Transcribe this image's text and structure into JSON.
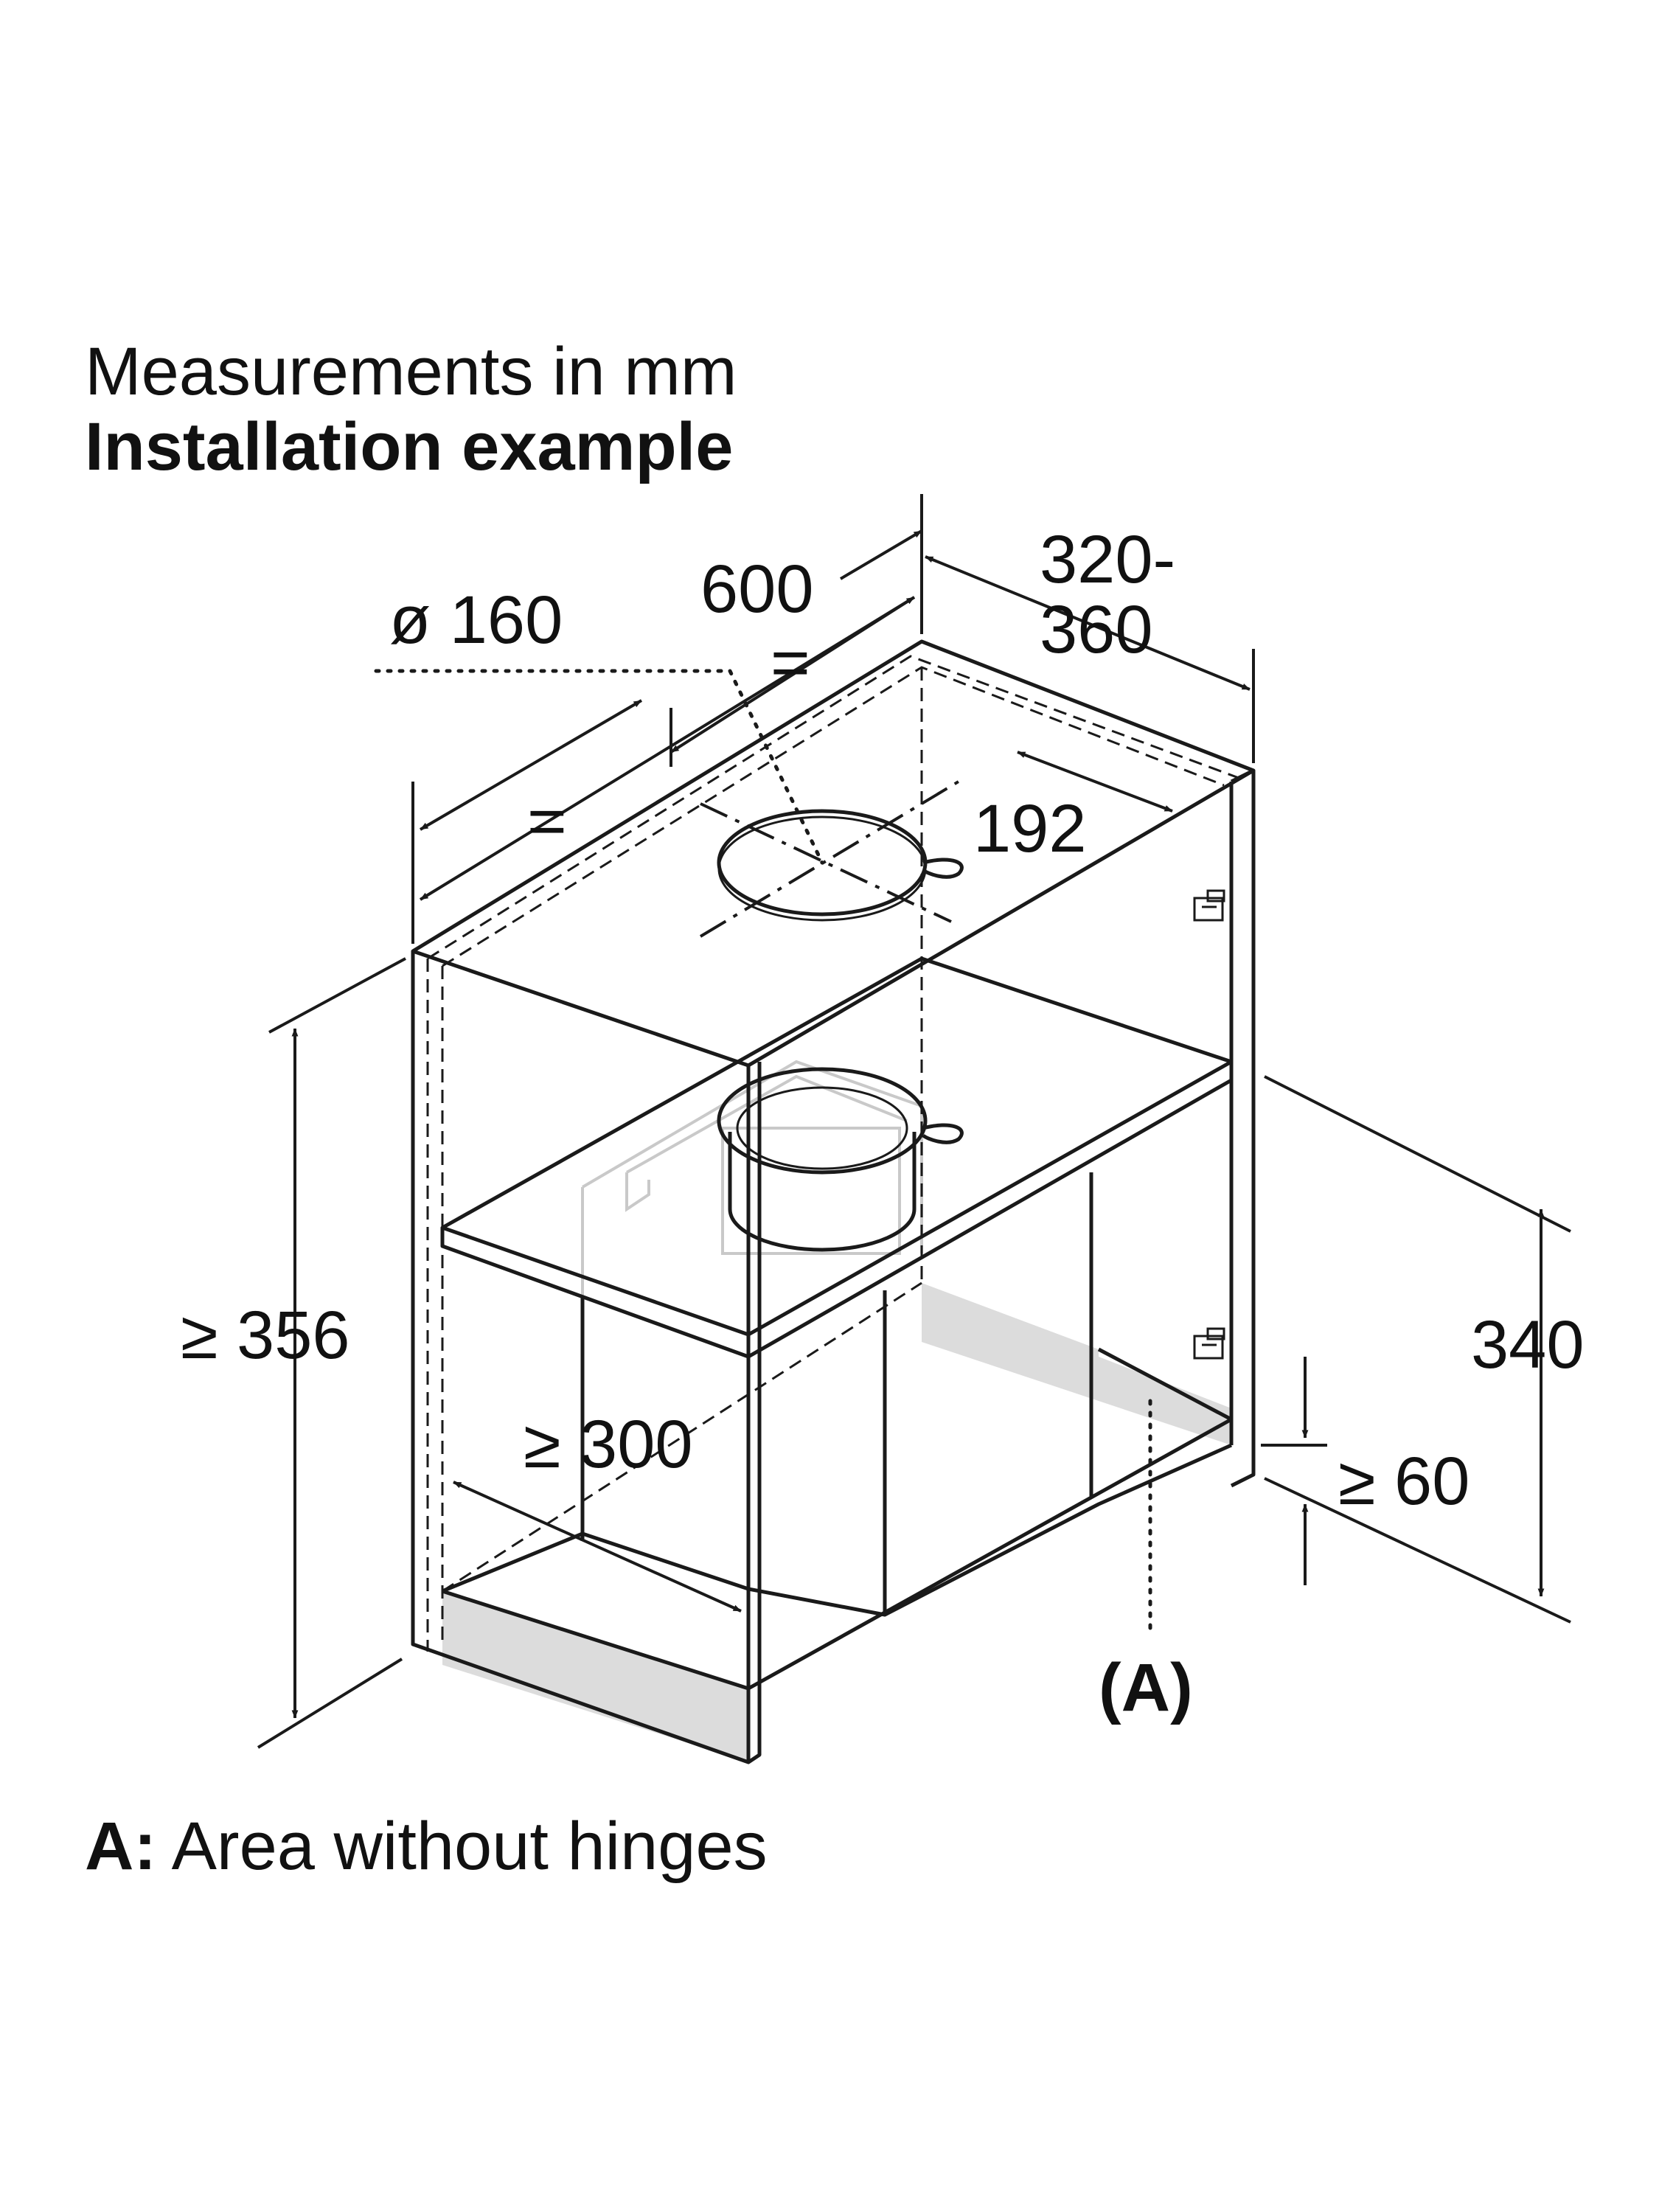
{
  "header": {
    "subtitle": "Measurements in mm",
    "title": "Installation example"
  },
  "dimensions": {
    "diameter": "ø 160",
    "width": "600",
    "equal_top": "=",
    "equal_side": "=",
    "depth_line1": "320-",
    "depth_line2": "360",
    "offset": "192",
    "height_min": "≥ 356",
    "depth_min": "≥ 300",
    "side_height": "340",
    "gap_min": "≥ 60",
    "area_marker": "(A)"
  },
  "legend": {
    "key": "A:",
    "text": "Area without hinges"
  }
}
